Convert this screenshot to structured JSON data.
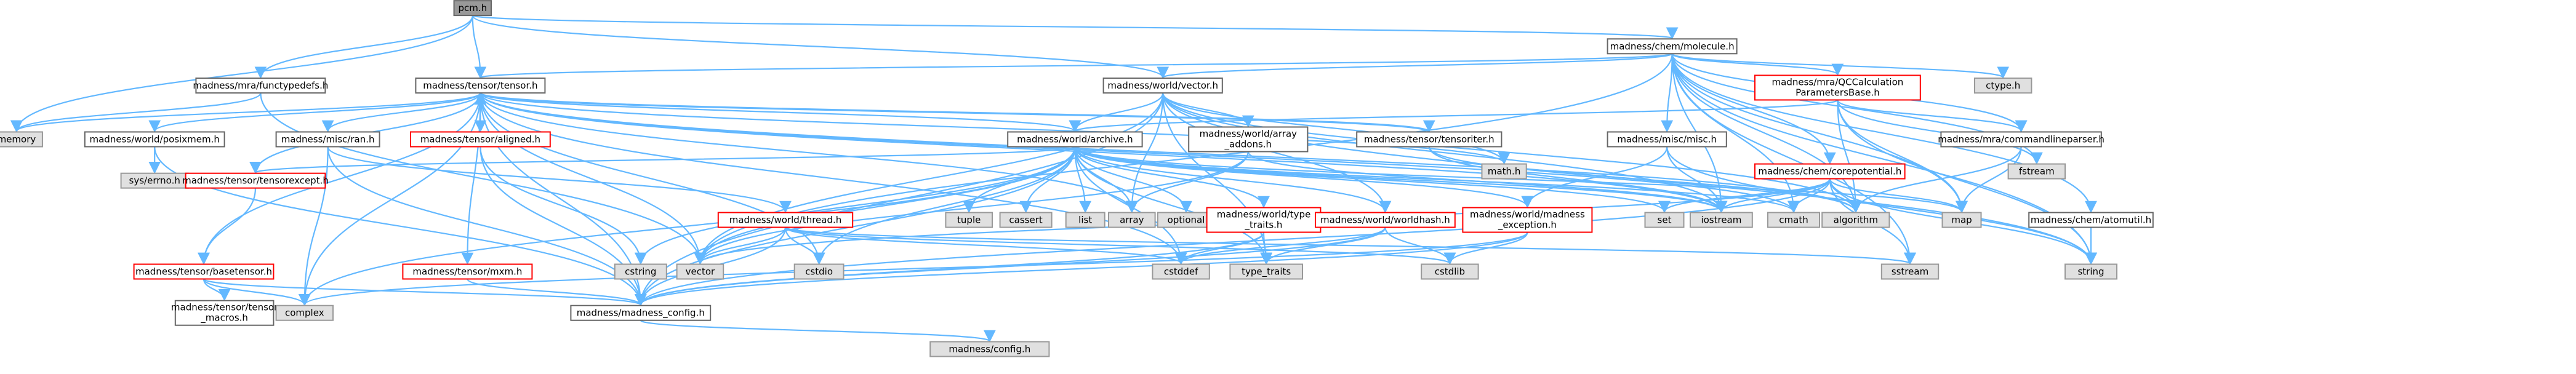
{
  "nodes": [
    {
      "id": "pcm",
      "lines": [
        "pcm.h"
      ],
      "style": "root"
    },
    {
      "id": "mol",
      "lines": [
        "madness/chem/molecule.h"
      ],
      "style": "normal"
    },
    {
      "id": "fty",
      "lines": [
        "madness/mra/functypedefs.h"
      ],
      "style": "normal"
    },
    {
      "id": "tens",
      "lines": [
        "madness/tensor/tensor.h"
      ],
      "style": "normal"
    },
    {
      "id": "vec",
      "lines": [
        "madness/world/vector.h"
      ],
      "style": "normal"
    },
    {
      "id": "qcc",
      "lines": [
        "madness/mra/QCCalculation",
        "ParametersBase.h"
      ],
      "style": "red"
    },
    {
      "id": "ctype",
      "lines": [
        "ctype.h"
      ],
      "style": "sys"
    },
    {
      "id": "mem",
      "lines": [
        "memory"
      ],
      "style": "sys"
    },
    {
      "id": "posix",
      "lines": [
        "madness/world/posixmem.h"
      ],
      "style": "normal"
    },
    {
      "id": "ran",
      "lines": [
        "madness/misc/ran.h"
      ],
      "style": "normal"
    },
    {
      "id": "algn",
      "lines": [
        "madness/tensor/aligned.h"
      ],
      "style": "red"
    },
    {
      "id": "arch",
      "lines": [
        "madness/world/archive.h"
      ],
      "style": "normal"
    },
    {
      "id": "arr",
      "lines": [
        "madness/world/array",
        "_addons.h"
      ],
      "style": "normal"
    },
    {
      "id": "titer",
      "lines": [
        "madness/tensor/tensoriter.h"
      ],
      "style": "normal"
    },
    {
      "id": "math",
      "lines": [
        "math.h"
      ],
      "style": "sys"
    },
    {
      "id": "misc",
      "lines": [
        "madness/misc/misc.h"
      ],
      "style": "normal"
    },
    {
      "id": "corep",
      "lines": [
        "madness/chem/corepotential.h"
      ],
      "style": "red"
    },
    {
      "id": "cmdl",
      "lines": [
        "madness/mra/commandlineparser.h"
      ],
      "style": "normal"
    },
    {
      "id": "fstr",
      "lines": [
        "fstream"
      ],
      "style": "sys"
    },
    {
      "id": "errno",
      "lines": [
        "sys/errno.h"
      ],
      "style": "sys"
    },
    {
      "id": "texc",
      "lines": [
        "madness/tensor/tensorexcept.h"
      ],
      "style": "red"
    },
    {
      "id": "thr",
      "lines": [
        "madness/world/thread.h"
      ],
      "style": "red"
    },
    {
      "id": "tuple",
      "lines": [
        "tuple"
      ],
      "style": "sys"
    },
    {
      "id": "cass",
      "lines": [
        "cassert"
      ],
      "style": "sys"
    },
    {
      "id": "list",
      "lines": [
        "list"
      ],
      "style": "sys"
    },
    {
      "id": "array",
      "lines": [
        "array"
      ],
      "style": "sys"
    },
    {
      "id": "opt",
      "lines": [
        "optional"
      ],
      "style": "sys"
    },
    {
      "id": "wtt",
      "lines": [
        "madness/world/type",
        "_traits.h"
      ],
      "style": "red"
    },
    {
      "id": "wh",
      "lines": [
        "madness/world/worldhash.h"
      ],
      "style": "red"
    },
    {
      "id": "mex",
      "lines": [
        "madness/world/madness",
        "_exception.h"
      ],
      "style": "red"
    },
    {
      "id": "set",
      "lines": [
        "set"
      ],
      "style": "sys"
    },
    {
      "id": "iostr",
      "lines": [
        "iostream"
      ],
      "style": "sys"
    },
    {
      "id": "cmath",
      "lines": [
        "cmath"
      ],
      "style": "sys"
    },
    {
      "id": "algo",
      "lines": [
        "algorithm"
      ],
      "style": "sys"
    },
    {
      "id": "map",
      "lines": [
        "map"
      ],
      "style": "sys"
    },
    {
      "id": "atom",
      "lines": [
        "madness/chem/atomutil.h"
      ],
      "style": "normal"
    },
    {
      "id": "base",
      "lines": [
        "madness/tensor/basetensor.h"
      ],
      "style": "red"
    },
    {
      "id": "mxm",
      "lines": [
        "madness/tensor/mxm.h"
      ],
      "style": "red"
    },
    {
      "id": "cstr",
      "lines": [
        "cstring"
      ],
      "style": "sys"
    },
    {
      "id": "vect",
      "lines": [
        "vector"
      ],
      "style": "sys"
    },
    {
      "id": "cstdio",
      "lines": [
        "cstdio"
      ],
      "style": "sys"
    },
    {
      "id": "cstdd",
      "lines": [
        "cstddef"
      ],
      "style": "sys"
    },
    {
      "id": "ttr",
      "lines": [
        "type_traits"
      ],
      "style": "sys"
    },
    {
      "id": "cstdl",
      "lines": [
        "cstdlib"
      ],
      "style": "sys"
    },
    {
      "id": "sstr",
      "lines": [
        "sstream"
      ],
      "style": "sys"
    },
    {
      "id": "strg",
      "lines": [
        "string"
      ],
      "style": "sys"
    },
    {
      "id": "tmac",
      "lines": [
        "madness/tensor/tensor",
        "_macros.h"
      ],
      "style": "normal"
    },
    {
      "id": "cplx",
      "lines": [
        "complex"
      ],
      "style": "sys"
    },
    {
      "id": "mcfg",
      "lines": [
        "madness/madness_config.h"
      ],
      "style": "normal"
    },
    {
      "id": "cfg",
      "lines": [
        "madness/config.h"
      ],
      "style": "sys"
    }
  ],
  "edges": [
    [
      "pcm",
      "mem"
    ],
    [
      "pcm",
      "fty"
    ],
    [
      "pcm",
      "tens"
    ],
    [
      "pcm",
      "vec"
    ],
    [
      "pcm",
      "mol"
    ],
    [
      "fty",
      "mem"
    ],
    [
      "fty",
      "vect"
    ],
    [
      "mol",
      "tens"
    ],
    [
      "mol",
      "vec"
    ],
    [
      "mol",
      "qcc"
    ],
    [
      "mol",
      "misc"
    ],
    [
      "mol",
      "corep"
    ],
    [
      "mol",
      "cmdl"
    ],
    [
      "mol",
      "atom"
    ],
    [
      "mol",
      "ctype"
    ],
    [
      "mol",
      "fstr"
    ],
    [
      "mol",
      "iostr"
    ],
    [
      "mol",
      "cmath"
    ],
    [
      "mol",
      "algo"
    ],
    [
      "mol",
      "strg"
    ],
    [
      "mol",
      "sstr"
    ],
    [
      "mol",
      "map"
    ],
    [
      "mol",
      "vect"
    ],
    [
      "qcc",
      "fstr"
    ],
    [
      "qcc",
      "arch"
    ],
    [
      "qcc",
      "cmdl"
    ],
    [
      "qcc",
      "map"
    ],
    [
      "qcc",
      "algo"
    ],
    [
      "qcc",
      "strg"
    ],
    [
      "corep",
      "mcfg"
    ],
    [
      "corep",
      "iostr"
    ],
    [
      "corep",
      "strg"
    ],
    [
      "corep",
      "map"
    ],
    [
      "corep",
      "vect"
    ],
    [
      "corep",
      "algo"
    ],
    [
      "corep",
      "cmath"
    ],
    [
      "corep",
      "set"
    ],
    [
      "corep",
      "sstr"
    ],
    [
      "cmdl",
      "map"
    ],
    [
      "cmdl",
      "algo"
    ],
    [
      "atom",
      "strg"
    ],
    [
      "misc",
      "iostr"
    ],
    [
      "misc",
      "strg"
    ],
    [
      "misc",
      "mex"
    ],
    [
      "tens",
      "mem"
    ],
    [
      "tens",
      "posix"
    ],
    [
      "tens",
      "ran"
    ],
    [
      "tens",
      "algn"
    ],
    [
      "tens",
      "texc"
    ],
    [
      "tens",
      "base"
    ],
    [
      "tens",
      "mxm"
    ],
    [
      "tens",
      "titer"
    ],
    [
      "tens",
      "arch"
    ],
    [
      "tens",
      "mcfg"
    ],
    [
      "tens",
      "cplx"
    ],
    [
      "tens",
      "vect"
    ],
    [
      "tens",
      "cmath"
    ],
    [
      "tens",
      "cstdd"
    ],
    [
      "tens",
      "math"
    ],
    [
      "tens",
      "algo"
    ],
    [
      "tens",
      "iostr"
    ],
    [
      "tens",
      "array"
    ],
    [
      "tens",
      "cstdio"
    ],
    [
      "vec",
      "arch"
    ],
    [
      "vec",
      "arr"
    ],
    [
      "vec",
      "wh"
    ],
    [
      "vec",
      "mcfg"
    ],
    [
      "vec",
      "vect"
    ],
    [
      "vec",
      "array"
    ],
    [
      "vec",
      "iostr"
    ],
    [
      "vec",
      "algo"
    ],
    [
      "vec",
      "math"
    ],
    [
      "vec",
      "strg"
    ],
    [
      "vec",
      "ttr"
    ],
    [
      "posix",
      "errno"
    ],
    [
      "posix",
      "mcfg"
    ],
    [
      "ran",
      "mcfg"
    ],
    [
      "ran",
      "thr"
    ],
    [
      "ran",
      "cplx"
    ],
    [
      "algn",
      "mcfg"
    ],
    [
      "algn",
      "cstr"
    ],
    [
      "algn",
      "tens"
    ],
    [
      "titer",
      "iostr"
    ],
    [
      "titer",
      "algo"
    ],
    [
      "titer",
      "tens"
    ],
    [
      "arch",
      "tuple"
    ],
    [
      "arch",
      "cass"
    ],
    [
      "arch",
      "list"
    ],
    [
      "arch",
      "array"
    ],
    [
      "arch",
      "opt"
    ],
    [
      "arch",
      "wtt"
    ],
    [
      "arch",
      "wh"
    ],
    [
      "arch",
      "mex"
    ],
    [
      "arch",
      "set"
    ],
    [
      "arch",
      "iostr"
    ],
    [
      "arch",
      "cmath"
    ],
    [
      "arch",
      "map"
    ],
    [
      "arch",
      "cstr"
    ],
    [
      "arch",
      "vect"
    ],
    [
      "arch",
      "cstdio"
    ],
    [
      "arch",
      "cstdd"
    ],
    [
      "arch",
      "ttr"
    ],
    [
      "arch",
      "cplx"
    ],
    [
      "arch",
      "mcfg"
    ],
    [
      "arch",
      "texc"
    ],
    [
      "arr",
      "array"
    ],
    [
      "arr",
      "iostr"
    ],
    [
      "arr",
      "vect"
    ],
    [
      "texc",
      "base"
    ],
    [
      "thr",
      "vect"
    ],
    [
      "thr",
      "cstdd"
    ],
    [
      "thr",
      "cstdio"
    ],
    [
      "thr",
      "cstdl"
    ],
    [
      "thr",
      "mcfg"
    ],
    [
      "thr",
      "sstr"
    ],
    [
      "wtt",
      "ttr"
    ],
    [
      "wtt",
      "cstdd"
    ],
    [
      "wtt",
      "mcfg"
    ],
    [
      "wh",
      "mcfg"
    ],
    [
      "wh",
      "ttr"
    ],
    [
      "wh",
      "cstdd"
    ],
    [
      "wh",
      "cstdl"
    ],
    [
      "mex",
      "mcfg"
    ],
    [
      "mex",
      "cstdl"
    ],
    [
      "mex",
      "cplx"
    ],
    [
      "base",
      "tmac"
    ],
    [
      "base",
      "mcfg"
    ],
    [
      "base",
      "cplx"
    ],
    [
      "mxm",
      "mcfg"
    ],
    [
      "mcfg",
      "cfg"
    ]
  ]
}
